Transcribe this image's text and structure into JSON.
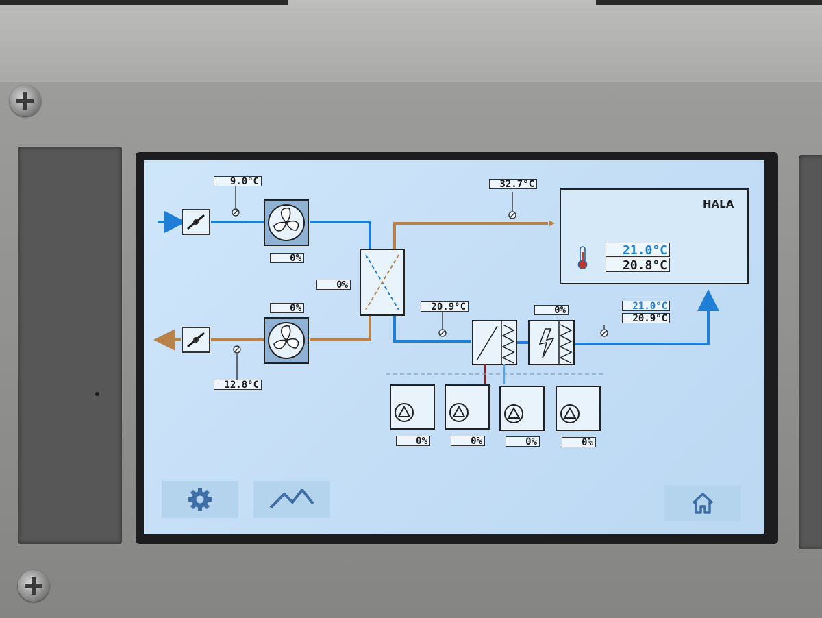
{
  "hmi": {
    "outdoor_temp": "9.0°C",
    "exhaust_temp": "12.8°C",
    "return_temp": "32.7°C",
    "after_recovery_temp": "20.9°C",
    "supply_fan_pct": "0%",
    "exhaust_fan_pct": "0%",
    "recovery_pct": "0%",
    "electric_heater_pct": "0%",
    "supply_setpoint": "21.0°C",
    "supply_temp": "20.9°C",
    "pumps": [
      {
        "pct": "0%"
      },
      {
        "pct": "0%"
      },
      {
        "pct": "0%"
      },
      {
        "pct": "0%"
      }
    ],
    "room": {
      "name": "HALA",
      "setpoint": "21.0°C",
      "temp": "20.8°C"
    }
  },
  "nav": {
    "settings_icon": "gear-icon",
    "trends_icon": "trend-chart-icon",
    "home_icon": "home-icon"
  },
  "colors": {
    "supply_air": "#1f7fd6",
    "exhaust_air": "#b8824a",
    "screen_bg": "#c8e0f6",
    "button_bg": "#b4d4ee"
  }
}
